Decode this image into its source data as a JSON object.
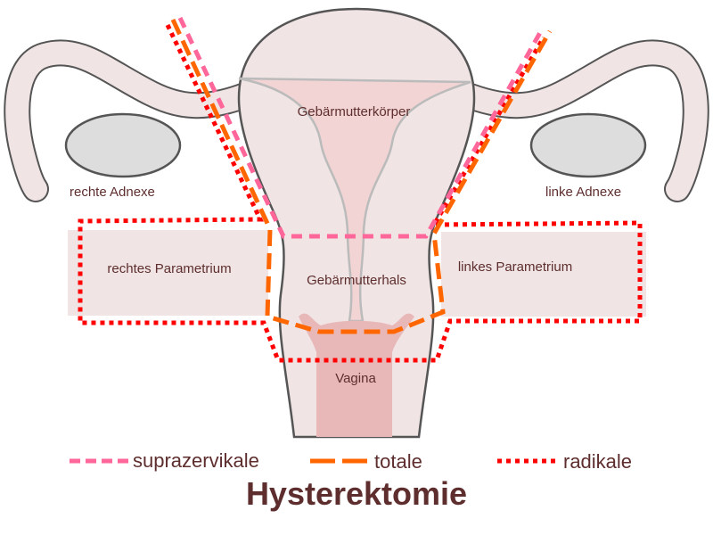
{
  "title": "Hysterektomie",
  "labels": {
    "right_adnexa": "rechte Adnexe",
    "left_adnexa": "linke Adnexe",
    "uterus_body": "Gebärmutterkörper",
    "cervix": "Gebärmutterhals",
    "right_parametrium": "rechtes Parametrium",
    "left_parametrium": "linkes Parametrium",
    "vagina": "Vagina"
  },
  "legend": [
    {
      "label": "suprazervikale",
      "color": "#ff6699",
      "style": "dashed"
    },
    {
      "label": "totale",
      "color": "#ff6600",
      "style": "long-dashed"
    },
    {
      "label": "radikale",
      "color": "#ff0000",
      "style": "dotted"
    }
  ],
  "colors": {
    "tissue": "#f0e4e4",
    "outline": "#555555",
    "cavity": "#f2d4d4",
    "vagina": "#e8b8b8",
    "ovary": "#dddddd",
    "text": "#5e2e2e"
  }
}
